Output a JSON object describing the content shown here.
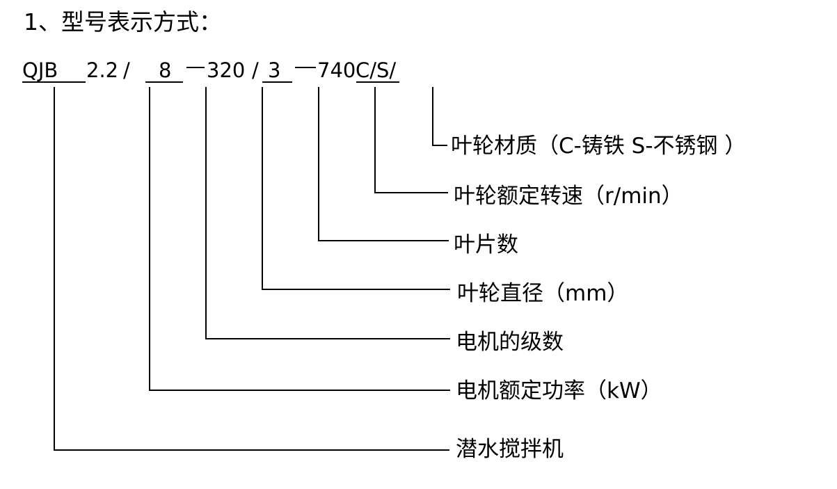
{
  "title": "1、型号表示方式：",
  "model_code": {
    "prefix": "QJB",
    "power": "2.2",
    "sep1": "/",
    "poles": "8",
    "diameter": "320",
    "sep2": "/",
    "blades": "3",
    "speed": "740",
    "material": "C/S/"
  },
  "labels": {
    "material": "叶轮材质（C-铸铁  S-不锈钢  ）",
    "speed": "叶轮额定转速（r/min）",
    "blades": "叶片数",
    "diameter": "叶轮直径（mm）",
    "poles": "电机的级数",
    "power": "电机额定功率（kW）",
    "type": "潜水搅拌机"
  }
}
